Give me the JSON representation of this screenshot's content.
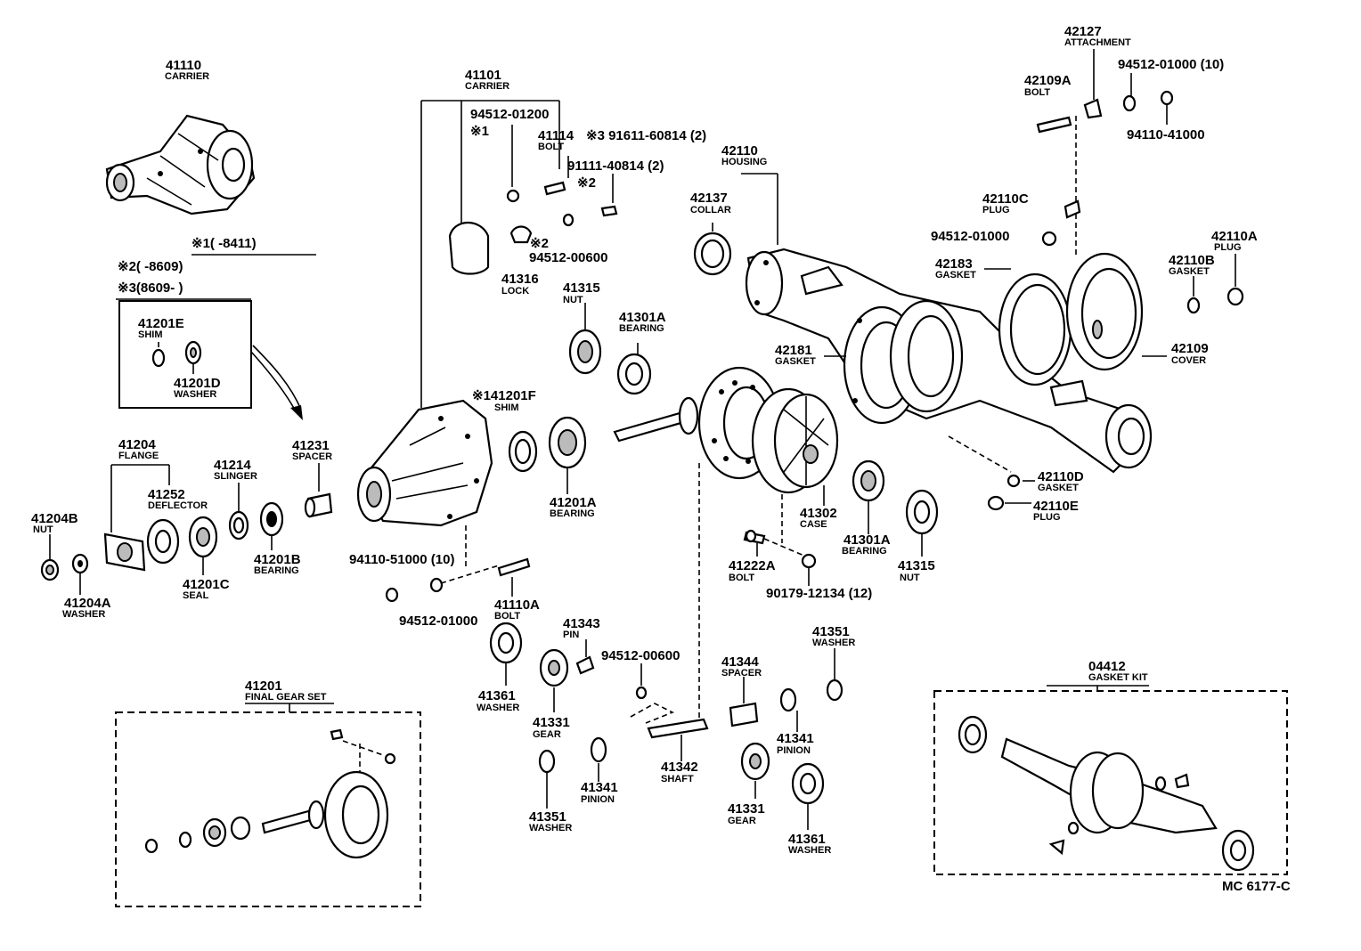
{
  "diagram_code": "MC 6177-C",
  "notes": {
    "n1": "※1(      -8411)",
    "n2": "※2(      -8609)",
    "n3": "※3(8609-      )"
  },
  "parts": {
    "p41110": {
      "num": "41110",
      "name": "CARRIER"
    },
    "p41101": {
      "num": "41101",
      "name": "CARRIER"
    },
    "p94512_01200": {
      "num": "94512-01200",
      "note": "※1"
    },
    "p41114": {
      "num": "41114",
      "name": "BOLT"
    },
    "p91611": {
      "num": "※3 91611-60814 (2)"
    },
    "p91111": {
      "num": "91111-40814 (2)",
      "note": "※2"
    },
    "p42110": {
      "num": "42110",
      "name": "HOUSING"
    },
    "p42127": {
      "num": "42127",
      "name": "ATTACHMENT"
    },
    "p42109A": {
      "num": "42109A",
      "name": "BOLT"
    },
    "p94512_01000_top": {
      "num": "94512-01000 (10)"
    },
    "p94110_41000": {
      "num": "94110-41000"
    },
    "p42137": {
      "num": "42137",
      "name": "COLLAR"
    },
    "p42110C": {
      "num": "42110C",
      "name": "PLUG"
    },
    "p94512_01000_mid": {
      "num": "94512-01000"
    },
    "p42110A": {
      "num": "42110A",
      "name": "PLUG"
    },
    "p42110B": {
      "num": "42110B",
      "name": "GASKET"
    },
    "p42183": {
      "num": "42183",
      "name": "GASKET"
    },
    "p41316": {
      "num": "41316",
      "name": "LOCK"
    },
    "p94512_00600_a": {
      "num": "94512-00600",
      "note": "※2"
    },
    "p41315_a": {
      "num": "41315",
      "name": "NUT"
    },
    "p41301A_a": {
      "num": "41301A",
      "name": "BEARING"
    },
    "p42181": {
      "num": "42181",
      "name": "GASKET"
    },
    "p42109": {
      "num": "42109",
      "name": "COVER"
    },
    "p41201E": {
      "num": "41201E",
      "name": "SHIM"
    },
    "p41201D": {
      "num": "41201D",
      "name": "WASHER"
    },
    "p41201F": {
      "num": "※141201F",
      "name": "SHIM"
    },
    "p41204": {
      "num": "41204",
      "name": "FLANGE"
    },
    "p41214": {
      "num": "41214",
      "name": "SLINGER"
    },
    "p41231": {
      "num": "41231",
      "name": "SPACER"
    },
    "p41252": {
      "num": "41252",
      "name": "DEFLECTOR"
    },
    "p41204B": {
      "num": "41204B",
      "name": "NUT"
    },
    "p41204A": {
      "num": "41204A",
      "name": "WASHER"
    },
    "p41201C": {
      "num": "41201C",
      "name": "SEAL"
    },
    "p41201B": {
      "num": "41201B",
      "name": "BEARING"
    },
    "p41201A": {
      "num": "41201A",
      "name": "BEARING"
    },
    "p94110_51000": {
      "num": "94110-51000 (10)"
    },
    "p94512_01000_bot": {
      "num": "94512-01000"
    },
    "p41110A": {
      "num": "41110A",
      "name": "BOLT"
    },
    "p41302": {
      "num": "41302",
      "name": "CASE"
    },
    "p41301A_b": {
      "num": "41301A",
      "name": "BEARING"
    },
    "p41315_b": {
      "num": "41315",
      "name": "NUT"
    },
    "p41222A": {
      "num": "41222A",
      "name": "BOLT"
    },
    "p90179": {
      "num": "90179-12134 (12)"
    },
    "p42110D": {
      "num": "42110D",
      "name": "GASKET"
    },
    "p42110E": {
      "num": "42110E",
      "name": "PLUG"
    },
    "p41343": {
      "num": "41343",
      "name": "PIN"
    },
    "p94512_00600_b": {
      "num": "94512-00600"
    },
    "p41361_a": {
      "num": "41361",
      "name": "WASHER"
    },
    "p41331_a": {
      "num": "41331",
      "name": "GEAR"
    },
    "p41344": {
      "num": "41344",
      "name": "SPACER"
    },
    "p41351_a": {
      "num": "41351",
      "name": "WASHER"
    },
    "p41341_a": {
      "num": "41341",
      "name": "PINION"
    },
    "p41342": {
      "num": "41342",
      "name": "SHAFT"
    },
    "p41351_b": {
      "num": "41351",
      "name": "WASHER"
    },
    "p41341_b": {
      "num": "41341",
      "name": "PINION"
    },
    "p41331_b": {
      "num": "41331",
      "name": "GEAR"
    },
    "p41361_b": {
      "num": "41361",
      "name": "WASHER"
    },
    "p41201": {
      "num": "41201",
      "name": "FINAL GEAR SET"
    },
    "p04412": {
      "num": "04412",
      "name": "GASKET KIT"
    }
  },
  "colors": {
    "ink": "#000000",
    "paper": "#ffffff"
  }
}
